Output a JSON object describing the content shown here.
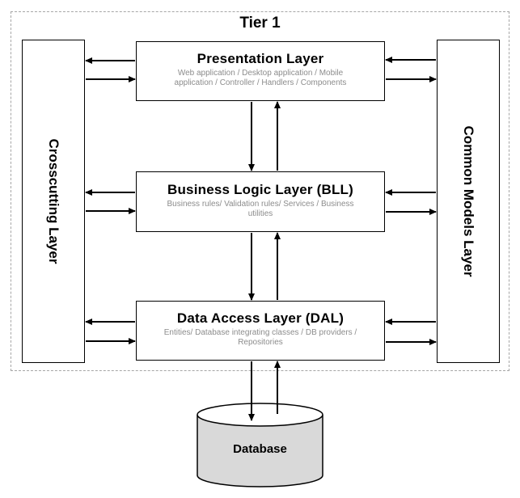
{
  "tier": {
    "title": "Tier 1"
  },
  "layers": {
    "presentation": {
      "title": "Presentation  Layer",
      "desc_line1": "Web application / Desktop application / Mobile",
      "desc_line2": "application / Controller / Handlers / Components"
    },
    "business": {
      "title": "Business  Logic Layer (BLL)",
      "desc_line1": "Business rules/ Validation rules/ Services / Business",
      "desc_line2": "utilities"
    },
    "data_access": {
      "title": "Data  Access Layer (DAL)",
      "desc_line1": "Entities/ Database integrating classes / DB providers /",
      "desc_line2": "Repositories"
    }
  },
  "side": {
    "left": "Crosscutting Layer",
    "right": "Common Models Layer"
  },
  "database": {
    "label": "Database"
  },
  "colors": {
    "line": "#000000",
    "description_text": "#8c8c8c",
    "tier_border": "#a6a6a6",
    "database_fill": "#d9d9d9"
  }
}
